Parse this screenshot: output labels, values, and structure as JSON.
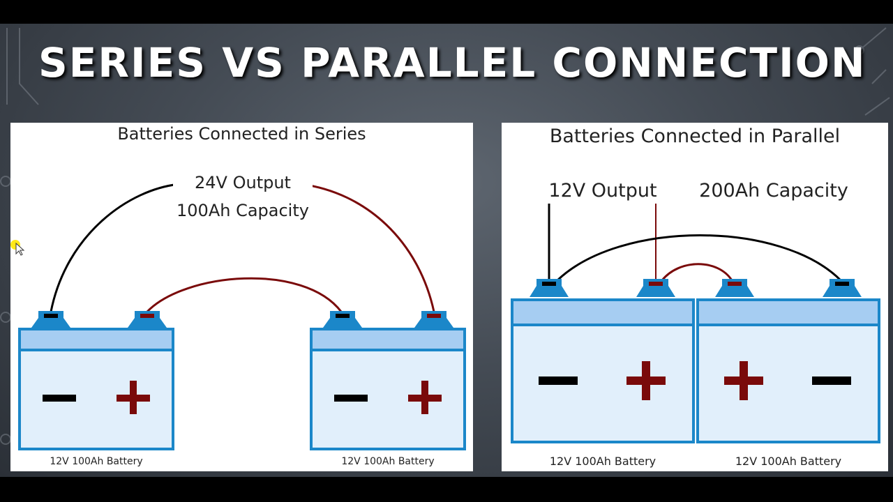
{
  "title": "SERIES VS PARALLEL CONNECTION",
  "series": {
    "heading": "Batteries Connected in Series",
    "output": "24V Output",
    "capacity": "100Ah Capacity",
    "battery_left": "12V 100Ah Battery",
    "battery_right": "12V 100Ah Battery"
  },
  "parallel": {
    "heading": "Batteries Connected in Parallel",
    "output": "12V Output",
    "capacity": "200Ah Capacity",
    "battery_left": "12V 100Ah Battery",
    "battery_right": "12V 100Ah Battery"
  },
  "colors": {
    "battery_outline": "#1b87c9",
    "battery_body": "#e1effb",
    "battery_lid": "#a6cdf2",
    "positive": "#7a0a0a",
    "negative": "#000000",
    "wire_negative": "#000000",
    "wire_positive": "#7a0a0a"
  },
  "icons": [
    "minus-icon",
    "plus-icon",
    "cursor-icon"
  ]
}
